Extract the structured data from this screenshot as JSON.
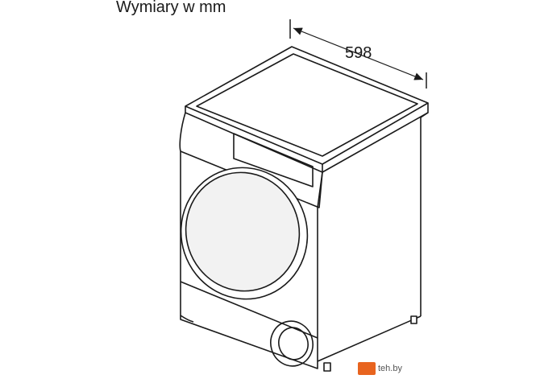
{
  "diagram": {
    "title": "Wymiary w mm",
    "width_label": "598"
  },
  "watermark": {
    "text": "teh.by",
    "accent": "#e8641f"
  },
  "colors": {
    "outline": "#1a1a1a",
    "background": "#ffffff",
    "door": "#f2f2f2"
  }
}
